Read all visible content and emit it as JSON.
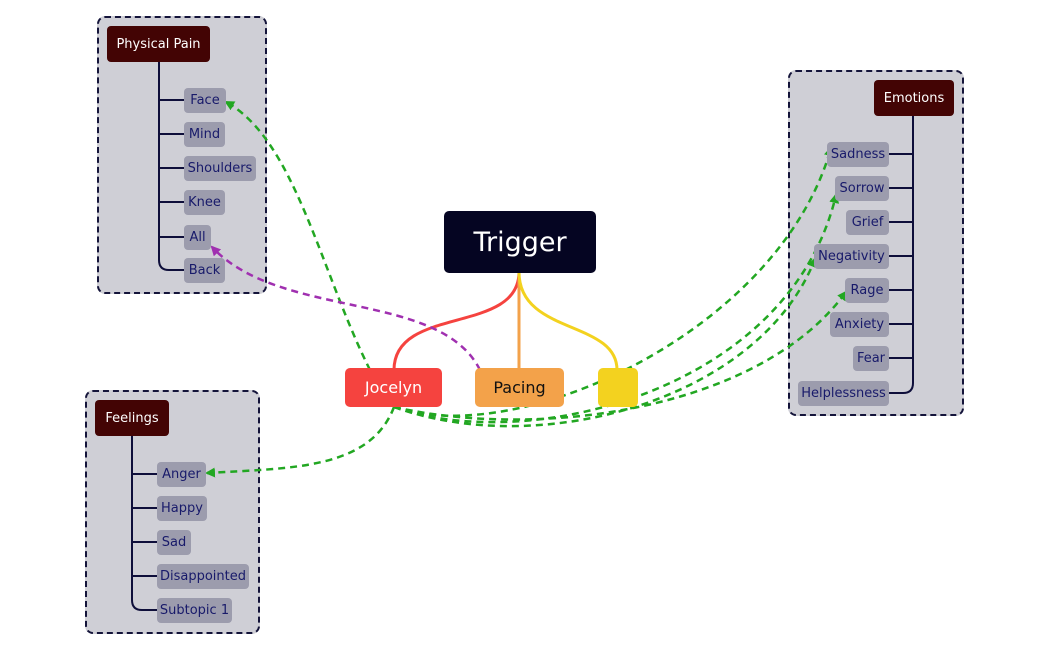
{
  "root": {
    "label": "Trigger"
  },
  "branches": {
    "jocelyn": {
      "label": "Jocelyn",
      "color": "#f5433f"
    },
    "pacing": {
      "label": "Pacing",
      "color": "#f3a24a"
    },
    "unnamed": {
      "label": "",
      "color": "#f3d21f"
    }
  },
  "physical_pain": {
    "title": "Physical Pain",
    "items": [
      "Face",
      "Mind",
      "Shoulders",
      "Knee",
      "All",
      "Back"
    ]
  },
  "feelings": {
    "title": "Feelings",
    "items": [
      "Anger",
      "Happy",
      "Sad",
      "Disappointed",
      "Subtopic 1"
    ]
  },
  "emotions": {
    "title": "Emotions",
    "items": [
      "Sadness",
      "Sorrow",
      "Grief",
      "Negativity",
      "Rage",
      "Anxiety",
      "Fear",
      "Helplessness"
    ]
  },
  "relationship_colors": {
    "green": "#22a722",
    "purple": "#a030b0"
  },
  "connector_color": "#0e0e3a"
}
